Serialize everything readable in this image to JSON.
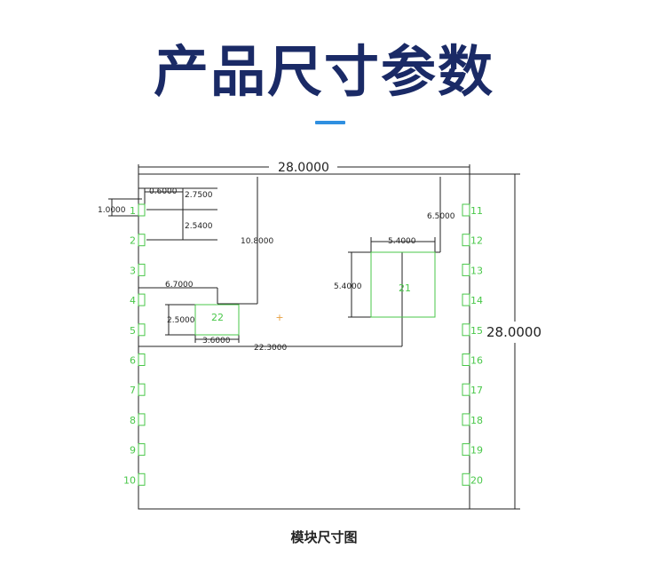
{
  "title": "产品尺寸参数",
  "caption": "模块尺寸图",
  "colors": {
    "title": "#1a2a66",
    "accent_bar": "#2f8fe0",
    "outline": "#222222",
    "pad": "#49c749",
    "origin_marker": "#e8a040"
  },
  "drawing": {
    "width_label": "28.0000",
    "height_label": "28.0000",
    "dims": {
      "d_0_6": "0.6000",
      "d_2_75": "2.7500",
      "d_1_0": "1.0000",
      "d_2_54": "2.5400",
      "d_10_8": "10.8000",
      "d_6_7": "6.7000",
      "d_2_5": "2.5000",
      "d_3_6": "3.6000",
      "d_22_3": "22.3000",
      "d_6_5": "6.5000",
      "d_5_4_h": "5.4000",
      "d_5_4_v": "5.4000"
    },
    "pads_left": [
      "1",
      "2",
      "3",
      "4",
      "5",
      "6",
      "7",
      "8",
      "9",
      "10"
    ],
    "pads_right": [
      "11",
      "12",
      "13",
      "14",
      "15",
      "16",
      "17",
      "18",
      "19",
      "20"
    ],
    "pad_21": "21",
    "pad_22": "22"
  }
}
